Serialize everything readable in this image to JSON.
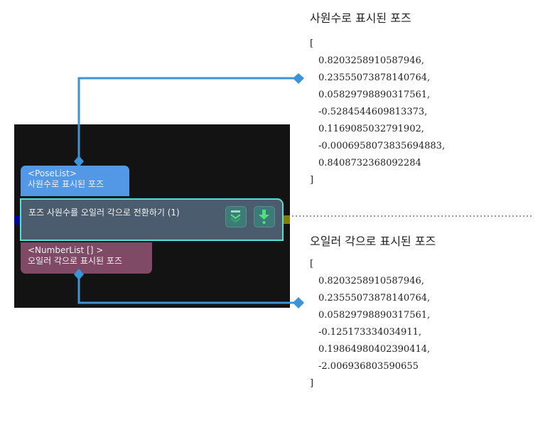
{
  "node": {
    "title": "포즈 사원수를 오일러 각으로 전환하기 (1)",
    "input_port": {
      "type": "<PoseList>",
      "label": "사원수로 표시된 포즈"
    },
    "output_port": {
      "type": "<NumberList [] >",
      "label": "오일러 각으로 표시된 포즈"
    },
    "buttons": {
      "collapse": "chevron-double-down-icon",
      "run": "arrow-down-icon"
    }
  },
  "colors": {
    "canvas": "#131313",
    "input_port": "#5298e6",
    "output_port": "#7e4a66",
    "node_border": "#52e0d6",
    "wire": "#3b93d9"
  },
  "quaternion_panel": {
    "title": "사원수로 표시된 포즈",
    "open": "[",
    "close": "]",
    "values": [
      "0.8203258910587946,",
      "0.23555073878140764,",
      "0.05829798890317561,",
      "-0.5284544609813373,",
      "0.1169085032791902,",
      "-0.0006958073835694883,",
      "0.8408732368092284"
    ]
  },
  "euler_panel": {
    "title": "오일러 각으로 표시된 포즈",
    "open": "[",
    "close": "]",
    "values": [
      "0.8203258910587946,",
      "0.23555073878140764,",
      "0.05829798890317561,",
      "-0.125173334034911,",
      "0.19864980402390414,",
      "-2.006936803590655"
    ]
  }
}
